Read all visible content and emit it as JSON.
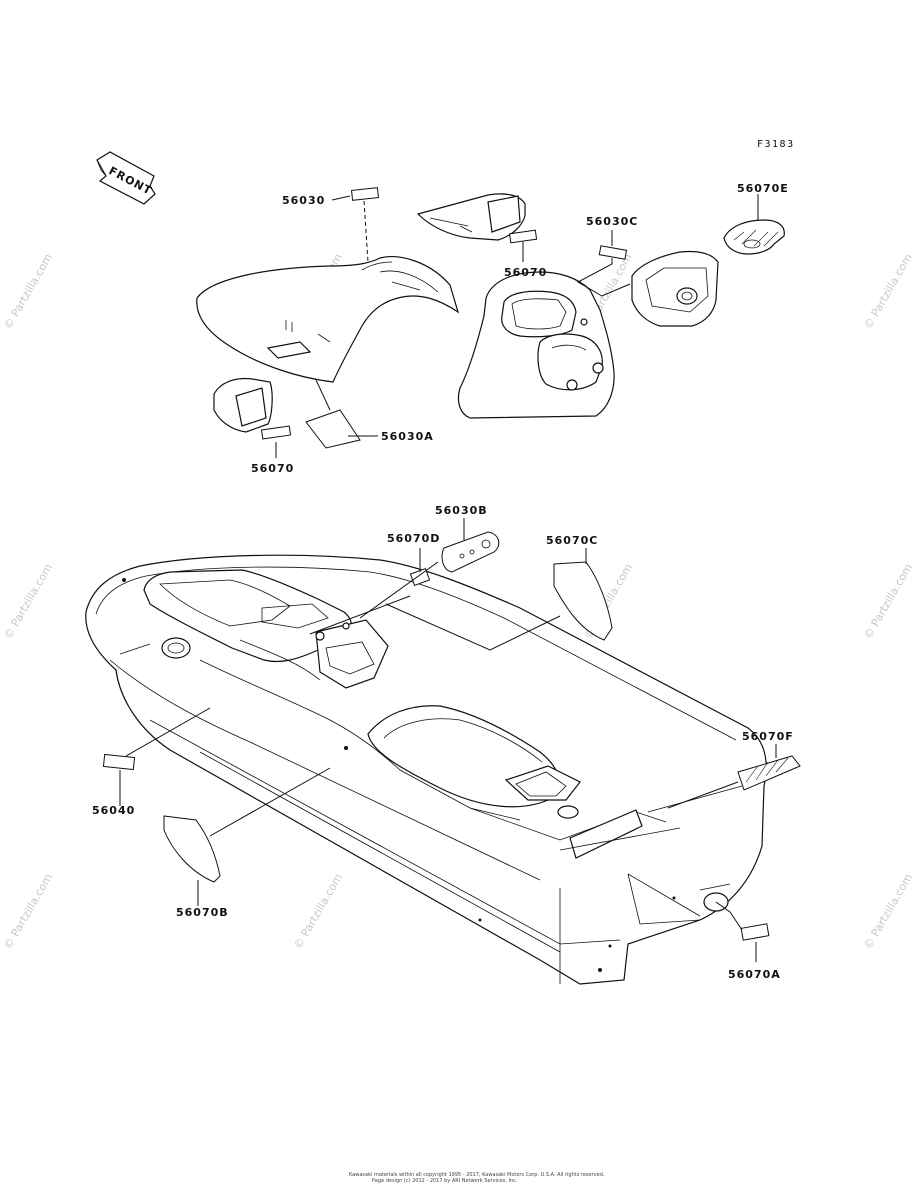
{
  "figure_code": "F3183",
  "front_label": "FRONT",
  "callouts": {
    "c56030": "56030",
    "c56070_top": "56070",
    "c56030C": "56030C",
    "c56070E": "56070E",
    "c56070_left": "56070",
    "c56030A": "56030A",
    "c56030B": "56030B",
    "c56070D": "56070D",
    "c56070C": "56070C",
    "c56070F": "56070F",
    "c56040": "56040",
    "c56070B": "56070B",
    "c56070A": "56070A"
  },
  "watermark": "© Partzilla.com",
  "copyright": {
    "line1": "Kawasaki materials within all copyright 1995 - 2017, Kawasaki Motors Corp, U.S.A. All rights reserved.",
    "line2": "Page design (c) 2012 - 2017 by ARI Network Services, Inc."
  }
}
